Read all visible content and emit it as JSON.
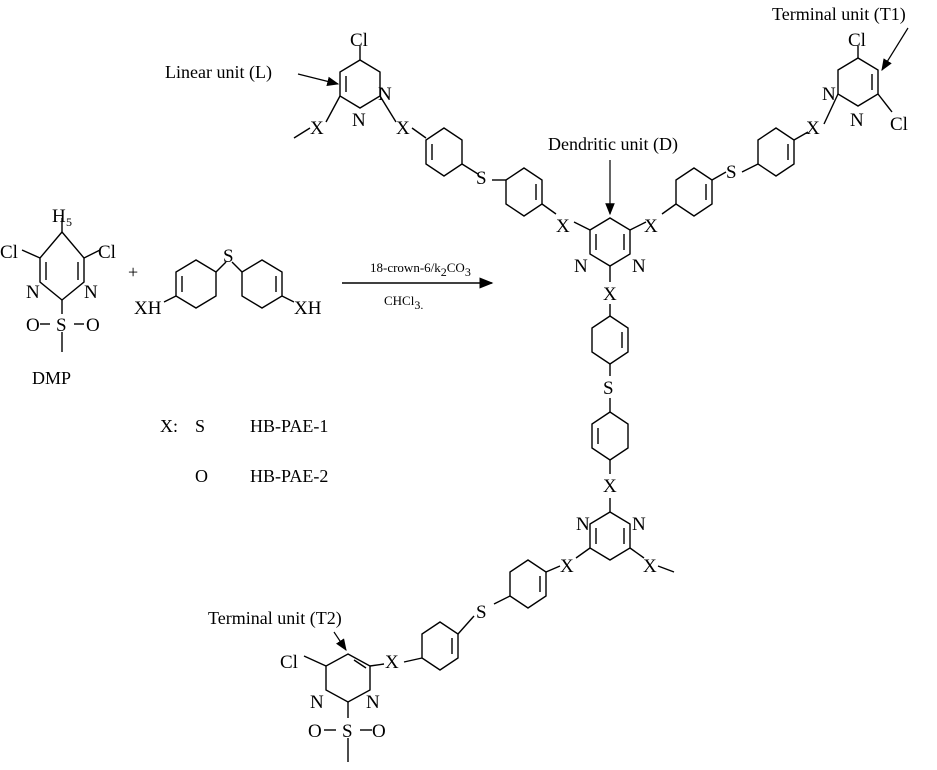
{
  "labels": {
    "linear_unit": "Linear unit (L)",
    "terminal_unit_t1": "Terminal unit (T1)",
    "terminal_unit_t2": "Terminal unit (T2)",
    "dendritic_unit": "Dendritic unit (D)",
    "dmp": "DMP",
    "plus": "+"
  },
  "reaction": {
    "catalyst_main": "18-crown-6/k",
    "catalyst_sub1": "2",
    "catalyst_mid": "CO",
    "catalyst_sub2": "3",
    "solvent_main": "CHCl",
    "solvent_sub": "3."
  },
  "legend": {
    "x_label": "X:",
    "s_symbol": "S",
    "s_polymer": "HB-PAE-1",
    "o_symbol": "O",
    "o_polymer": "HB-PAE-2"
  },
  "atoms": {
    "cl": "Cl",
    "n": "N",
    "x": "X",
    "s": "S",
    "o": "O",
    "xh": "XH",
    "h": "H",
    "h_sub": "5",
    "so2": "S"
  }
}
